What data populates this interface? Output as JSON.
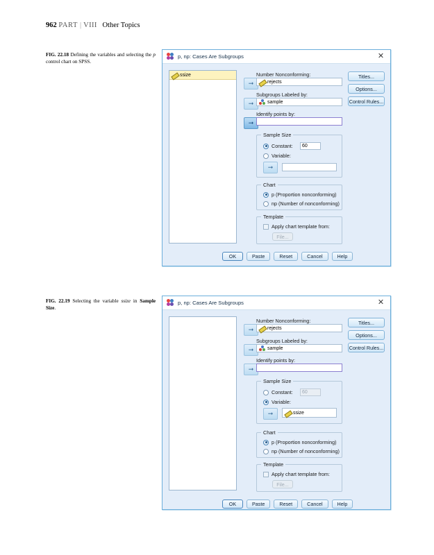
{
  "page": {
    "number": "962",
    "part_label": "PART",
    "separator": "|",
    "volume": "VIII",
    "section_title": "Other Topics"
  },
  "captions": {
    "fig_2218": {
      "label": "FIG. 22.18",
      "text_before": "Defining the variables and selecting the ",
      "italic": "p",
      "text_after": " control chart on SPSS."
    },
    "fig_2219": {
      "label": "FIG. 22.19",
      "text_before": "Selecting the variable ",
      "italic": "ssize",
      "text_mid": " in ",
      "bold": "Sample Size",
      "text_after": "."
    }
  },
  "dialog": {
    "title": "p, np: Cases Are Subgroups",
    "title_icon": "spss-chart-icon",
    "close_icon": "close-icon",
    "arrow_icon": "right-arrow-icon",
    "labels": {
      "number_nonconforming": "Number Nonconforming:",
      "subgroups_labeled_by": "Subgroups Labeled by:",
      "identify_points_by": "Identify points by:",
      "sample_size": "Sample Size",
      "constant": "Constant:",
      "variable": "Variable:",
      "chart": "Chart",
      "chart_p": "p (Proportion nonconforming)",
      "chart_np": "np (Number of nonconforming)",
      "template": "Template",
      "apply_template": "Apply chart template from:",
      "file_button": "File..."
    },
    "side_buttons": [
      {
        "label": "Titles...",
        "name": "titles-button"
      },
      {
        "label": "Options...",
        "name": "options-button"
      },
      {
        "label": "Control Rules...",
        "name": "control-rules-button"
      }
    ],
    "bottom_buttons": [
      {
        "label": "OK",
        "name": "ok-button"
      },
      {
        "label": "Paste",
        "name": "paste-button"
      },
      {
        "label": "Reset",
        "name": "reset-button"
      },
      {
        "label": "Cancel",
        "name": "cancel-button"
      },
      {
        "label": "Help",
        "name": "help-button"
      }
    ]
  },
  "dialog1": {
    "source_variables": [
      {
        "name": "ssize",
        "icon": "scale-icon",
        "selected": true
      }
    ],
    "number_nonconforming_value": "rejects",
    "subgroups_labeled_value": "sample",
    "identify_points_value": "",
    "constant_value": "60",
    "constant_selected": true,
    "variable_value": "",
    "variable_selected": false,
    "chart_p_selected": true,
    "chart_np_selected": false,
    "template_checked": false
  },
  "dialog2": {
    "source_variables": [],
    "number_nonconforming_value": "rejects",
    "subgroups_labeled_value": "sample",
    "identify_points_value": "",
    "constant_value": "60",
    "constant_selected": false,
    "variable_value": "ssize",
    "variable_selected": true,
    "chart_p_selected": false,
    "chart_np_selected": false,
    "template_checked": false
  },
  "colors": {
    "dialog_body": "#e3edf9",
    "dialog_border": "#6aaedb",
    "selection_highlight": "#fdf3bf",
    "accent_blue": "#7fb8e5"
  }
}
